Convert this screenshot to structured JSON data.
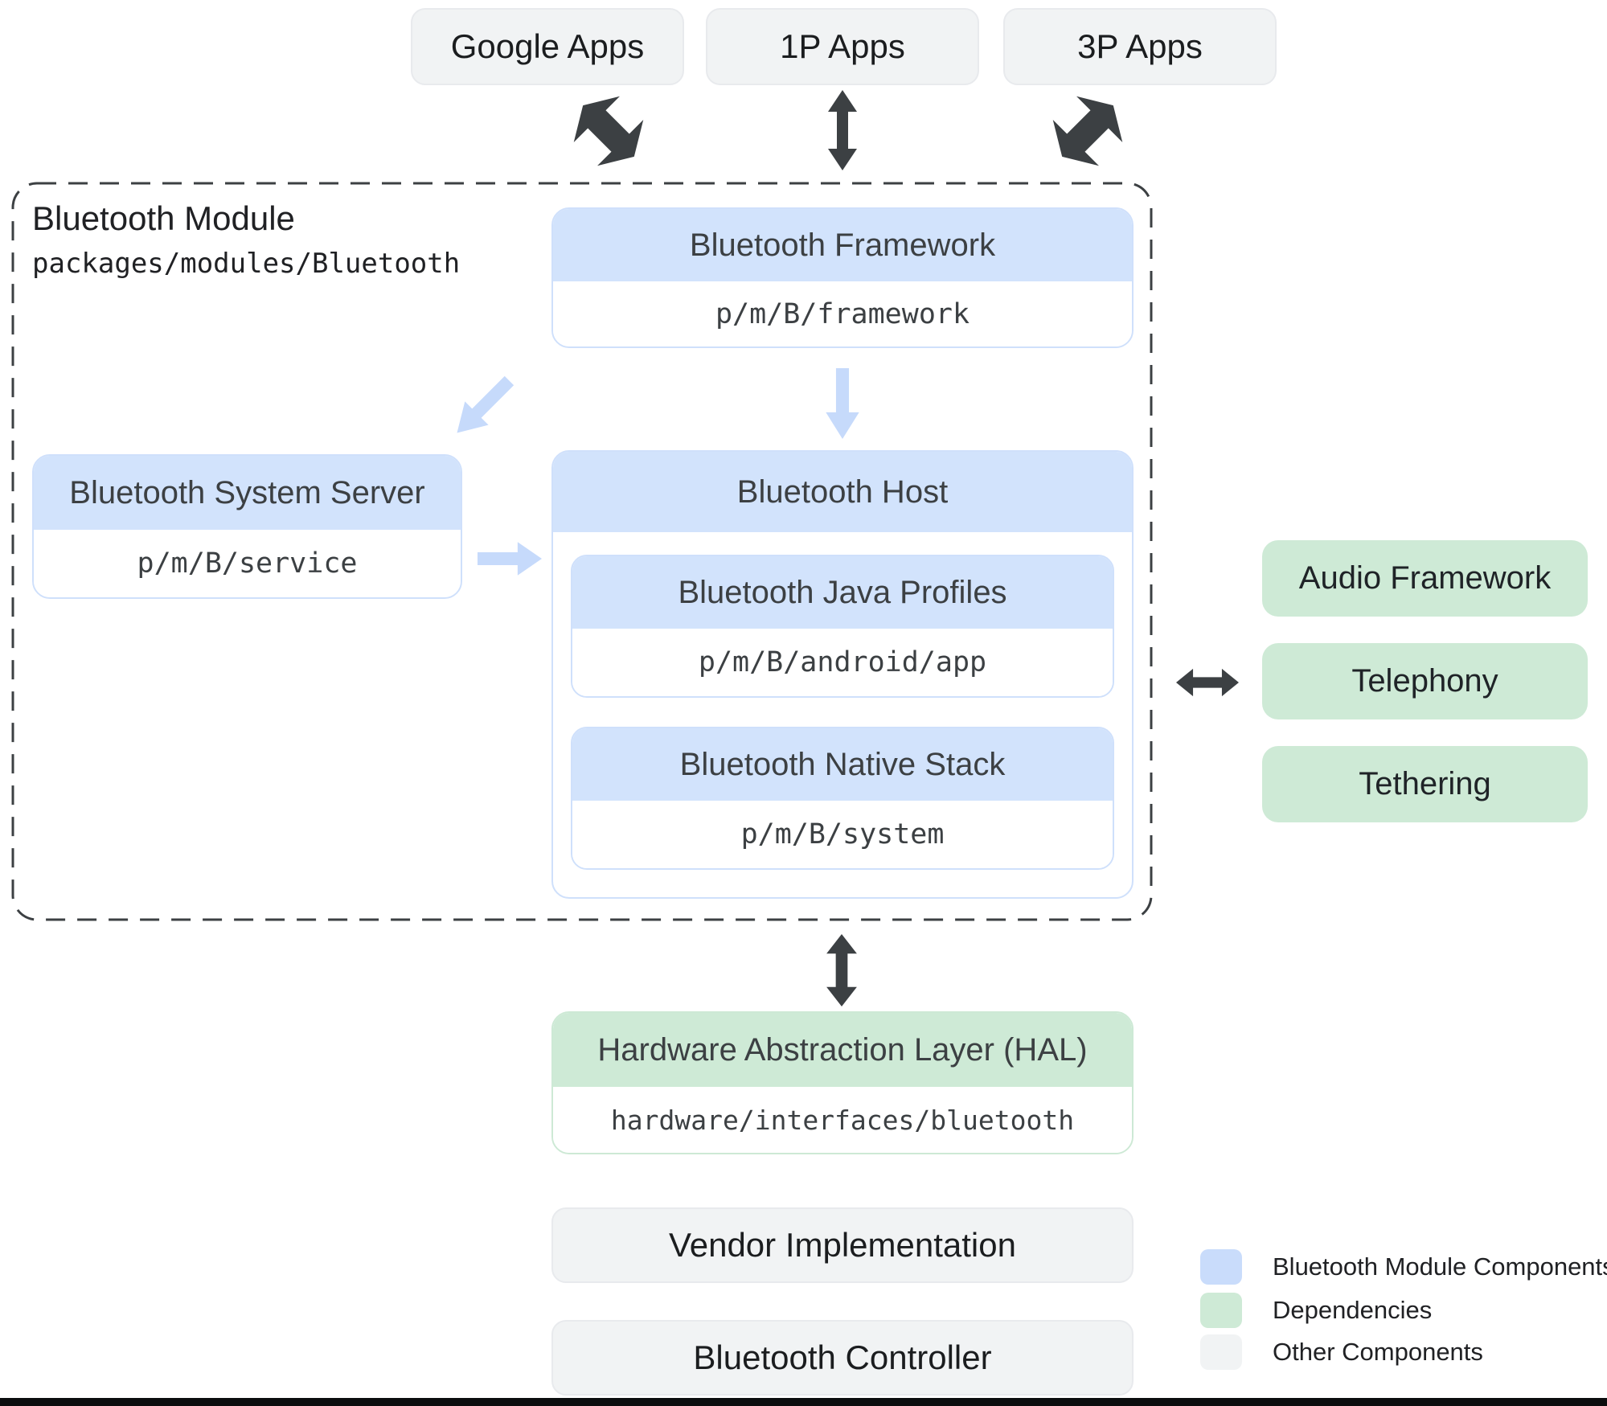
{
  "apps_row": {
    "google": "Google Apps",
    "first_party": "1P Apps",
    "third_party": "3P Apps"
  },
  "module": {
    "title": "Bluetooth Module",
    "path": "packages/modules/Bluetooth",
    "framework": {
      "title": "Bluetooth Framework",
      "path": "p/m/B/framework"
    },
    "system_server": {
      "title": "Bluetooth System Server",
      "path": "p/m/B/service"
    },
    "host": {
      "title": "Bluetooth Host",
      "children": [
        {
          "title": "Bluetooth Java Profiles",
          "path": "p/m/B/android/app"
        },
        {
          "title": "Bluetooth Native Stack",
          "path": "p/m/B/system"
        }
      ]
    }
  },
  "dependencies": {
    "audio": "Audio Framework",
    "telephony": "Telephony",
    "tethering": "Tethering"
  },
  "hal": {
    "title": "Hardware Abstraction Layer (HAL)",
    "path": "hardware/interfaces/bluetooth"
  },
  "other_components": {
    "vendor": "Vendor Implementation",
    "controller": "Bluetooth Controller"
  },
  "legend": {
    "items": [
      {
        "label": "Bluetooth Module Components",
        "color": "#c9dcfb"
      },
      {
        "label": "Dependencies",
        "color": "#ceead6"
      },
      {
        "label": "Other Components",
        "color": "#f1f3f4"
      }
    ]
  },
  "colors": {
    "module_blue": "#d2e3fc",
    "dependency_green": "#ceead6",
    "other_gray": "#f1f3f4",
    "dark_arrow": "#3c4043",
    "light_blue_arrow": "#c6dafb",
    "dashed_border": "#3c4043"
  }
}
